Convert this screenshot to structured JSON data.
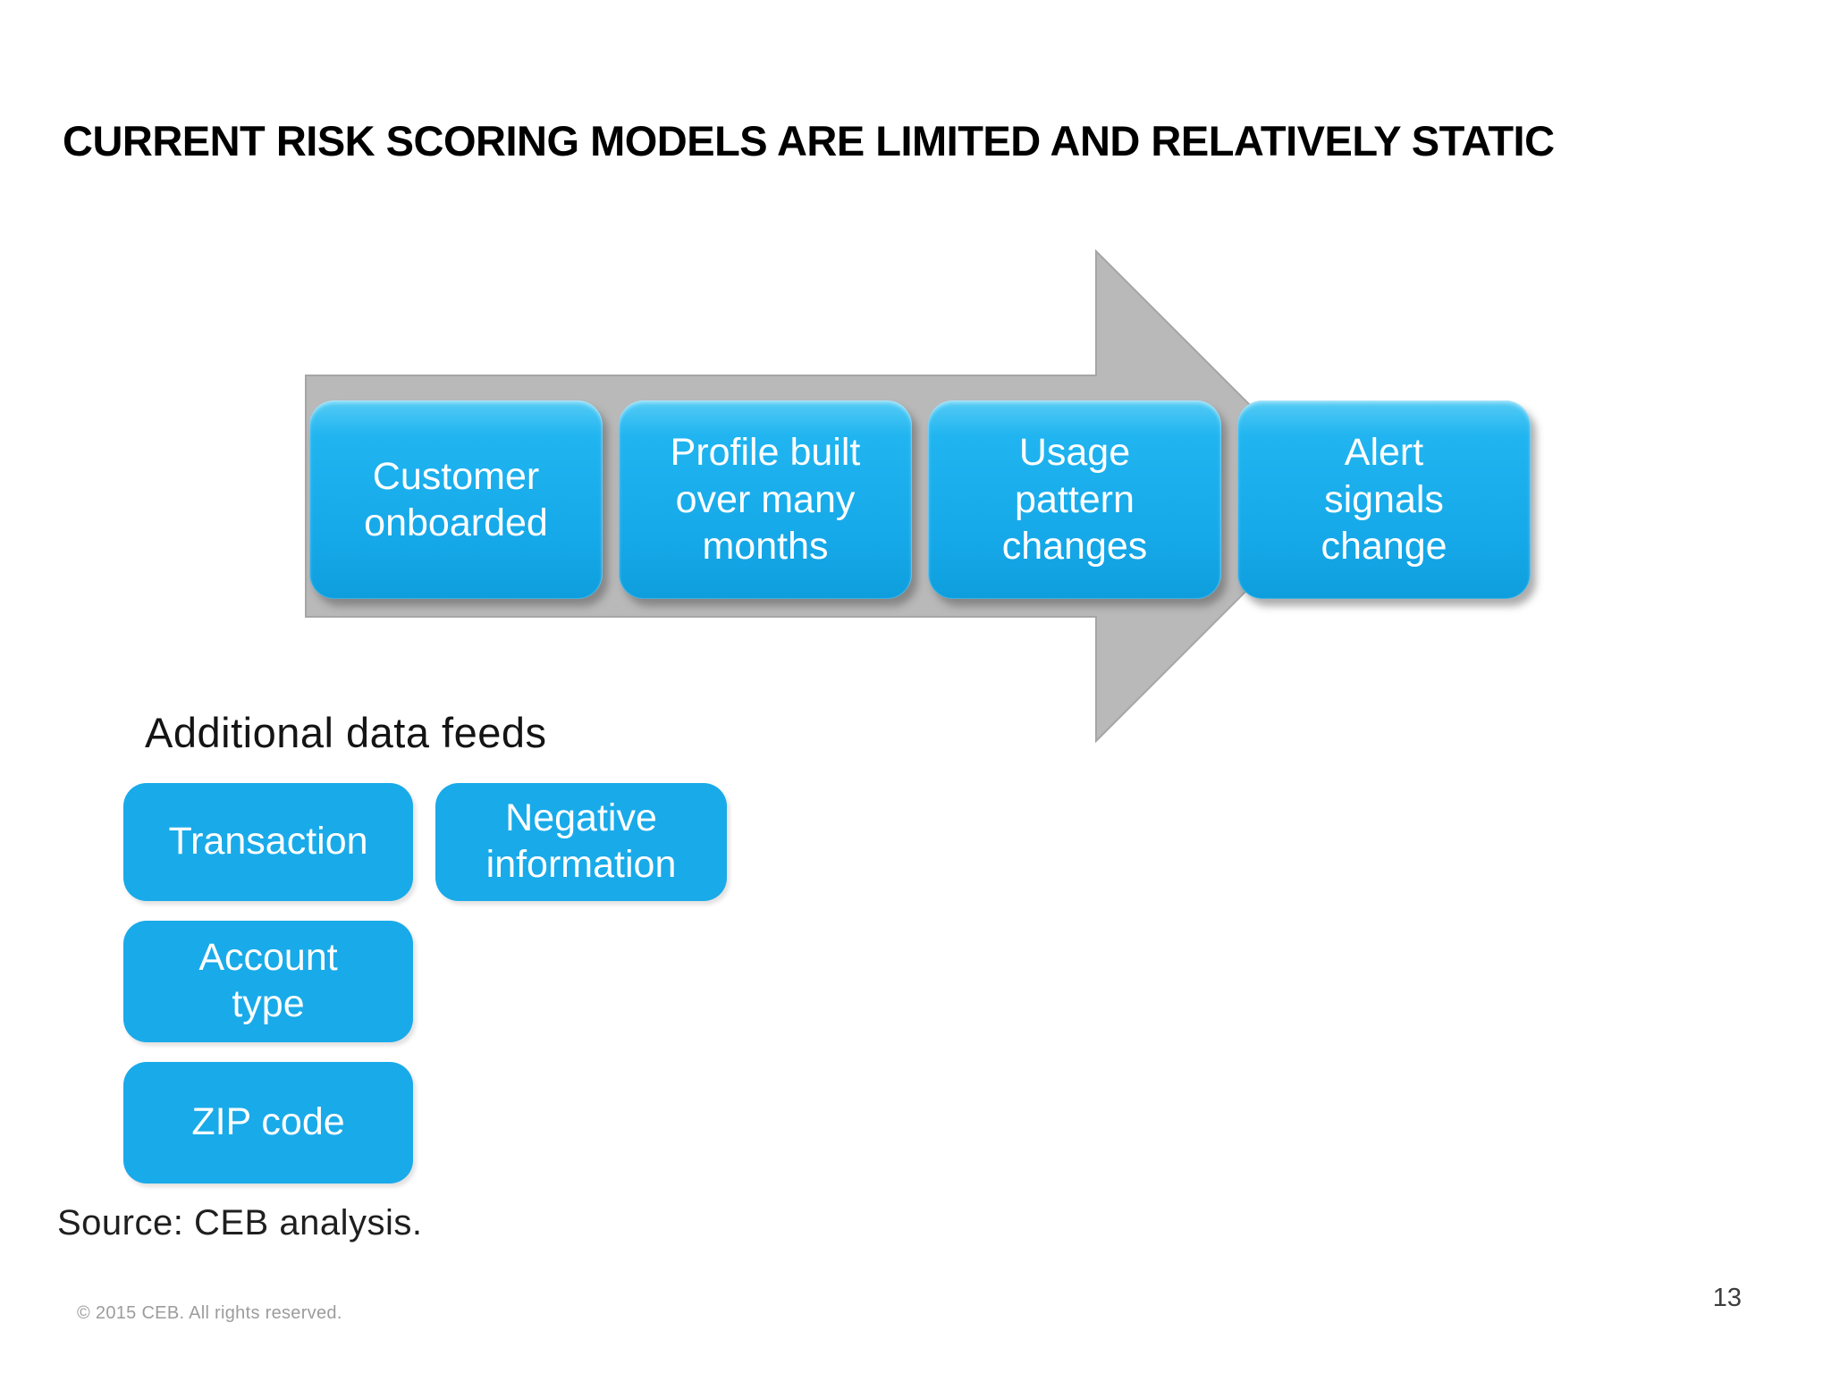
{
  "slide": {
    "title": "CURRENT RISK SCORING MODELS ARE LIMITED AND RELATIVELY STATIC",
    "flow": {
      "steps": [
        {
          "label": "Customer\nonboarded"
        },
        {
          "label": "Profile built\nover many\nmonths"
        },
        {
          "label": "Usage\npattern\nchanges"
        },
        {
          "label": "Alert\nsignals\nchange"
        }
      ]
    },
    "data_feeds": {
      "heading": "Additional data feeds",
      "items": [
        {
          "label": "Transaction"
        },
        {
          "label": "Negative\ninformation"
        },
        {
          "label": "Account\ntype"
        },
        {
          "label": "ZIP code"
        }
      ]
    },
    "source": "Source: CEB analysis.",
    "footer": {
      "copyright": "© 2015 CEB. All rights reserved.",
      "page_number": "13"
    }
  },
  "colors": {
    "box_blue": "#19aae9",
    "box_blue_gradient_top": "#55ccf5",
    "box_blue_gradient_bottom": "#0e9edd",
    "arrow_gray": "#b9b9b9",
    "title_black": "#000000",
    "footer_gray": "#9c9c9c"
  }
}
